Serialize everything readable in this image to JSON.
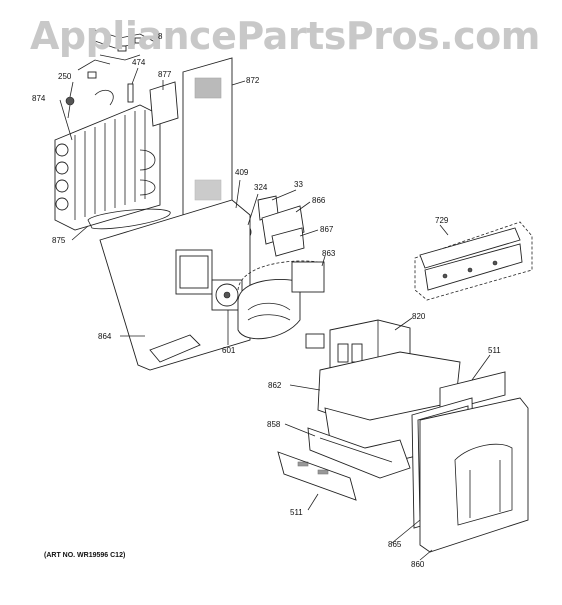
{
  "watermark": "AppliancePartsPros.com",
  "art_number": "(ART NO. WR19596 C12)",
  "callouts": {
    "c8": "8",
    "c250": "250",
    "c474": "474",
    "c877": "877",
    "c872": "872",
    "c874": "874",
    "c409": "409",
    "c324": "324",
    "c33": "33",
    "c866": "866",
    "c867": "867",
    "c875": "875",
    "c729": "729",
    "c863": "863",
    "c820": "820",
    "c864": "864",
    "c601": "601",
    "c511a": "511",
    "c862": "862",
    "c858": "858",
    "c511b": "511",
    "c865": "865",
    "c860": "860"
  }
}
